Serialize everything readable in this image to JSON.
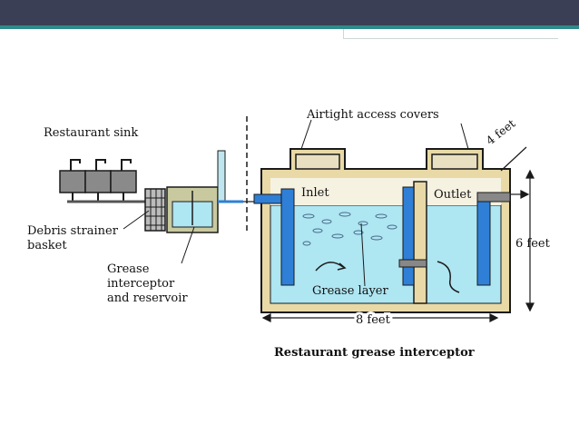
{
  "labels": {
    "restaurant_sink": "Restaurant sink",
    "airtight_access_covers": "Airtight access covers",
    "four_feet": "4 feet",
    "inlet": "Inlet",
    "outlet": "Outlet",
    "six_feet": "6 feet",
    "debris_strainer_line1": "Debris strainer",
    "debris_strainer_line2": "basket",
    "grease_interceptor_line1": "Grease",
    "grease_interceptor_line2": "interceptor",
    "grease_interceptor_line3": "and reservoir",
    "grease_layer": "Grease layer",
    "eight_feet": "8 feet",
    "caption": "Restaurant grease interceptor"
  },
  "colors": {
    "header": "#3b3f55",
    "accent": "#2f8a8a",
    "tank_wall": "#e8d9a6",
    "water": "#aee6f2",
    "pipe": "#2f7fd6",
    "outline": "#1a1a1a"
  }
}
